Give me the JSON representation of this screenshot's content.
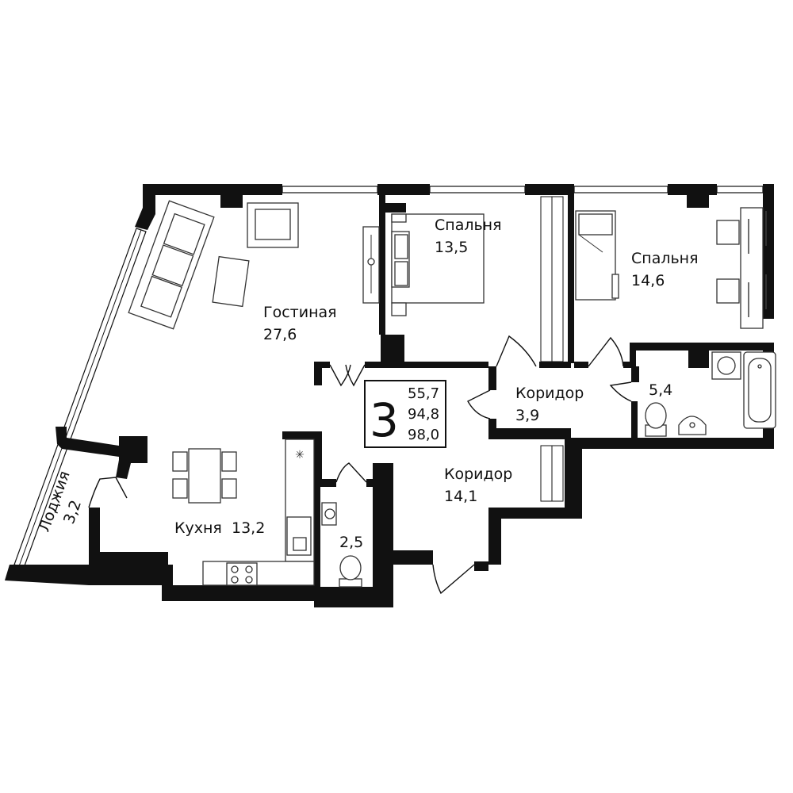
{
  "rooms": {
    "living": {
      "name": "Гостиная",
      "area": "27,6"
    },
    "bedroom1": {
      "name": "Спальня",
      "area": "13,5"
    },
    "bedroom2": {
      "name": "Спальня",
      "area": "14,6"
    },
    "corridor_small": {
      "name": "Коридор",
      "area": "3,9"
    },
    "bathroom": {
      "area": "5,4"
    },
    "corridor_large": {
      "name": "Коридор",
      "area": "14,1"
    },
    "toilet": {
      "area": "2,5"
    },
    "kitchen": {
      "name": "Кухня",
      "area": "13,2"
    },
    "loggia": {
      "name": "Лоджия",
      "area": "3,2"
    }
  },
  "summary": {
    "rooms_count": "3",
    "living_area": "55,7",
    "total_area": "94,8",
    "total_with_loggia": "98,0"
  },
  "colors": {
    "wall": "#111111",
    "background": "#ffffff",
    "furniture_stroke": "#333333"
  }
}
